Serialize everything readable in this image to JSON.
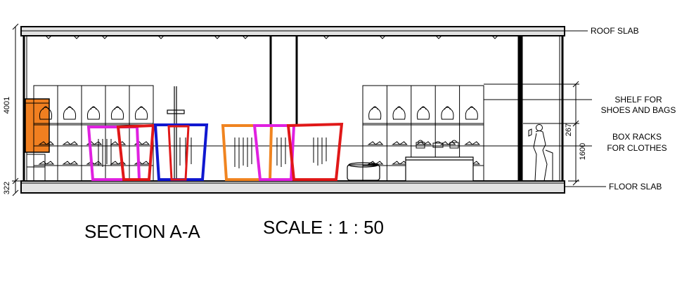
{
  "labels": {
    "roof_slab": "ROOF SLAB",
    "shelf_line1": "SHELF FOR",
    "shelf_line2": "SHOES AND BAGS",
    "box_line1": "BOX RACKS",
    "box_line2": "FOR CLOTHES",
    "floor_slab": "FLOOR SLAB"
  },
  "dimensions": {
    "total_height": "4001",
    "floor_thickness": "322",
    "upper": "267",
    "lower": "1600"
  },
  "titles": {
    "section": "SECTION A-A",
    "scale": "SCALE : 1 : 50"
  },
  "colors": {
    "magenta": "#e020e0",
    "red": "#e01818",
    "blue": "#1018d0",
    "orange": "#f08420",
    "cabinet_orange": "#f07f20",
    "slab_fill": "#e2e2e2"
  }
}
